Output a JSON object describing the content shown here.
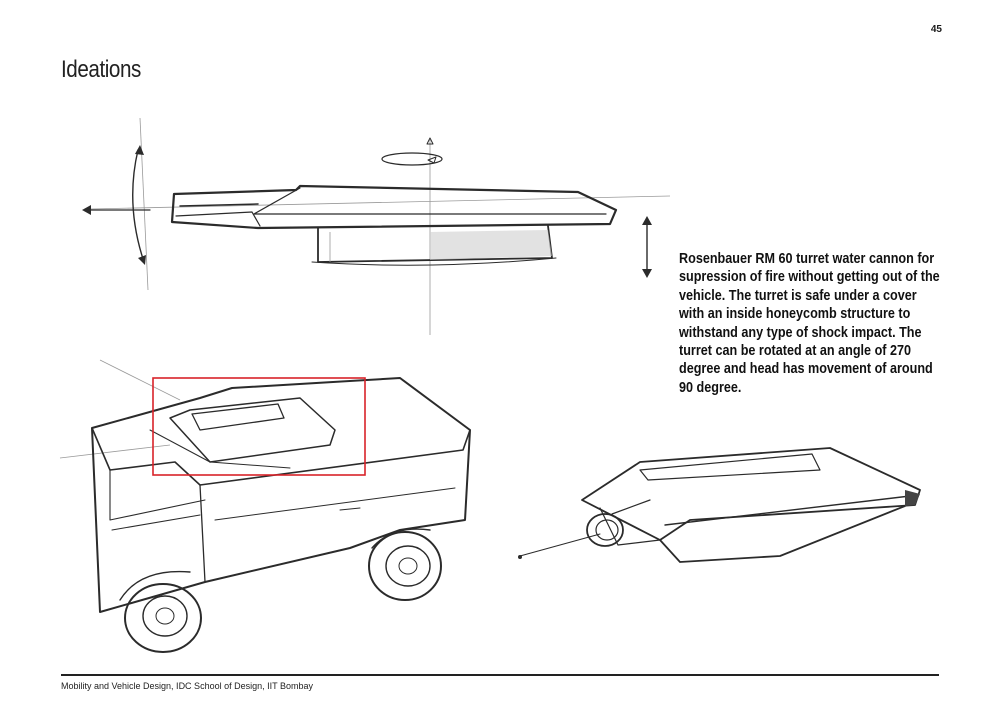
{
  "page": {
    "number": "45",
    "title": "Ideations",
    "description": "Rosenbauer RM 60 turret water cannon for supression of fire without getting out of the vehicle. The turret is safe under a cover with an inside honeycomb structure to withstand any type of shock impact. The turret can be rotated at an angle of 270 degree and head has movement of around 90 degree.",
    "footer": "Mobility and Vehicle Design, IDC School of Design, IIT Bombay"
  },
  "colors": {
    "highlight_box": "#d9232a",
    "ink": "#2b2b2b"
  }
}
